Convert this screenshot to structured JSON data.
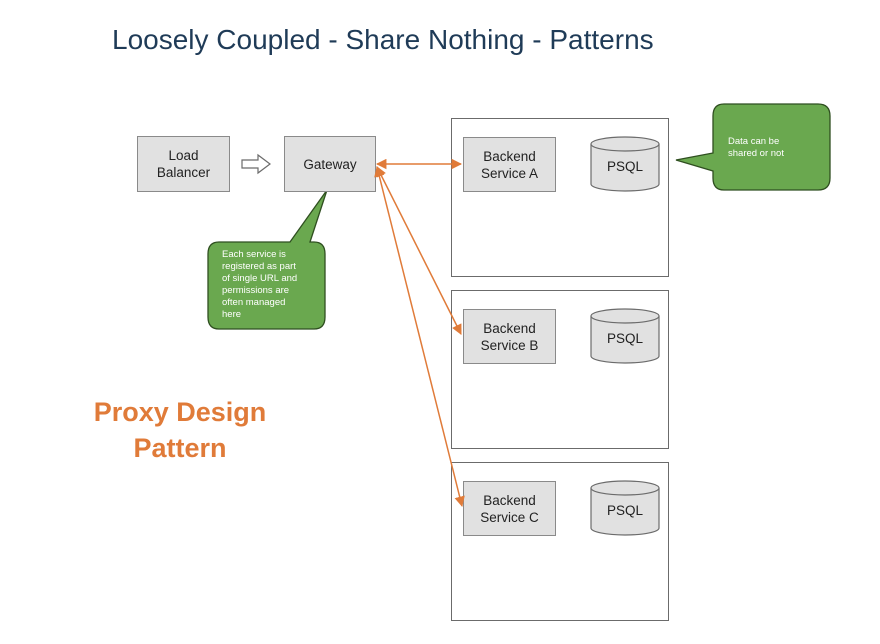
{
  "title": "Loosely Coupled - Share Nothing - Patterns",
  "pattern_label": [
    "Proxy Design",
    "Pattern"
  ],
  "load_balancer": [
    "Load",
    "Balancer"
  ],
  "gateway": "Gateway",
  "services": [
    {
      "line1": "Backend",
      "line2": "Service A",
      "db": "PSQL"
    },
    {
      "line1": "Backend",
      "line2": "Service B",
      "db": "PSQL"
    },
    {
      "line1": "Backend",
      "line2": "Service C",
      "db": "PSQL"
    }
  ],
  "notes": {
    "data": [
      "Data can be",
      "shared or not"
    ],
    "gateway": [
      "Each service is",
      "registered as part",
      "of single URL and",
      "permissions are",
      "often managed",
      "here"
    ]
  },
  "colors": {
    "title": "#1f3b57",
    "accent": "#e07b39",
    "note_fill": "#6aa84f",
    "box_fill": "#e1e1e1"
  }
}
